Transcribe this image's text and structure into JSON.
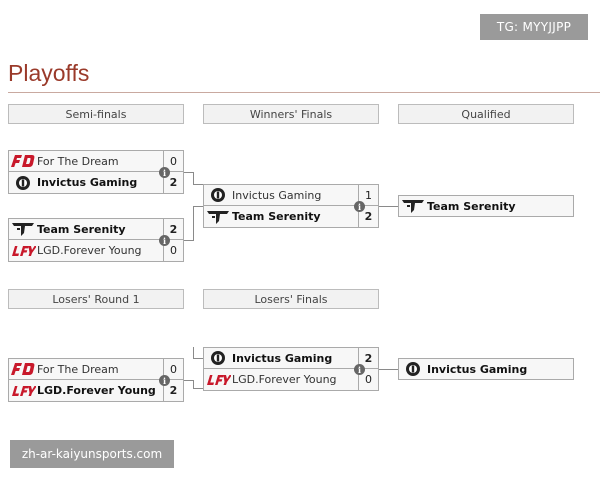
{
  "watermark_top": "TG: MYYJJPP",
  "watermark_bottom": "zh-ar-kaiyunsports.com",
  "page_title": "Playoffs",
  "headers": {
    "semi_finals": "Semi-finals",
    "winners_finals": "Winners' Finals",
    "qualified": "Qualified",
    "losers_round1": "Losers' Round 1",
    "losers_finals": "Losers' Finals"
  },
  "info_label": "i",
  "teams": {
    "ftd": "For The Dream",
    "ig": "Invictus Gaming",
    "ts": "Team Serenity",
    "lgd": "LGD.Forever Young"
  },
  "matches": {
    "semi1": {
      "team1": "For The Dream",
      "score1": "0",
      "team2": "Invictus Gaming",
      "score2": "2"
    },
    "semi2": {
      "team1": "Team Serenity",
      "score1": "2",
      "team2": "LGD.Forever Young",
      "score2": "0"
    },
    "wfinal": {
      "team1": "Invictus Gaming",
      "score1": "1",
      "team2": "Team Serenity",
      "score2": "2"
    },
    "lr1": {
      "team1": "For The Dream",
      "score1": "0",
      "team2": "LGD.Forever Young",
      "score2": "2"
    },
    "lfinal": {
      "team1": "Invictus Gaming",
      "score1": "2",
      "team2": "LGD.Forever Young",
      "score2": "0"
    }
  },
  "qualified": {
    "upper": "Team Serenity",
    "lower": "Invictus Gaming"
  },
  "icons": {
    "ftd": "ftd-logo-icon",
    "ig": "ig-logo-icon",
    "ts": "ts-logo-icon",
    "lgd": "lgd-logo-icon",
    "info": "info-icon"
  },
  "colors": {
    "title": "#9a3a2a",
    "brand_red": "#c8182a",
    "watermark_bg": "#9a9a9a"
  }
}
